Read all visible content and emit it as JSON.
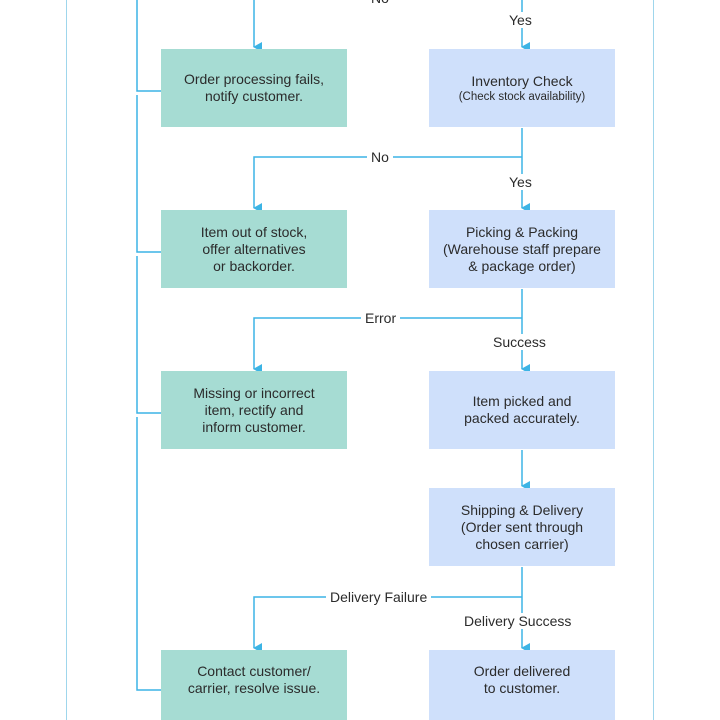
{
  "colors": {
    "connector": "#3cb4e5",
    "frame": "#9fd6ec",
    "failure_box": "#a6dcd3",
    "process_box": "#cfe0fb"
  },
  "edge_labels": {
    "top_no": "No",
    "top_yes": "Yes",
    "inventory_no": "No",
    "inventory_yes": "Yes",
    "picking_error": "Error",
    "picking_success": "Success",
    "delivery_failure": "Delivery Failure",
    "delivery_success": "Delivery Success"
  },
  "nodes": {
    "order_fail": [
      "Order processing fails,",
      "notify customer."
    ],
    "inventory_title": "Inventory Check",
    "inventory_sub": "(Check stock availability)",
    "out_of_stock": [
      "Item out of stock,",
      "offer alternatives",
      "or backorder."
    ],
    "picking": [
      "Picking & Packing",
      "(Warehouse staff prepare",
      "& package order)"
    ],
    "missing_item": [
      "Missing or incorrect",
      "item, rectify and",
      "inform customer."
    ],
    "picked_ok": [
      "Item picked and",
      "packed accurately."
    ],
    "shipping": [
      "Shipping & Delivery",
      "(Order sent through",
      "chosen carrier)"
    ],
    "contact": [
      "Contact customer/",
      "carrier, resolve issue."
    ],
    "delivered": [
      "Order delivered",
      "to customer."
    ]
  }
}
